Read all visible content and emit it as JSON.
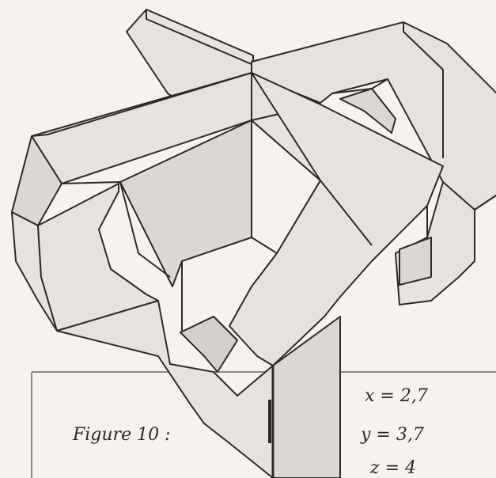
{
  "caption": {
    "figure_label": "Figure 10 :"
  },
  "coordinates": {
    "x": "x = 2,7",
    "y": "y = 3,7",
    "z": "z = 4"
  },
  "colors": {
    "paper": "#f6f3ef",
    "face": "#e6e2df",
    "face_shade": "#dcd7d3",
    "line": "#2b2b2b"
  }
}
